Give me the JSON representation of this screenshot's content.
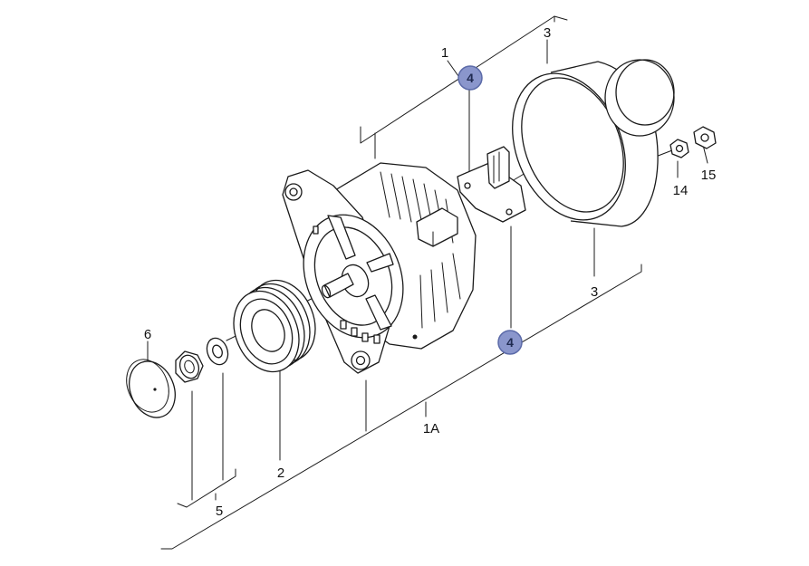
{
  "colors": {
    "line": "#1a1a1a",
    "badge_fill": "#8a96cc",
    "badge_stroke": "#5b6aa8",
    "background": "#ffffff"
  },
  "labels": {
    "part_1": "1",
    "part_1a": "1A",
    "part_2": "2",
    "part_3_top": "3",
    "part_3_bottom": "3",
    "part_5": "5",
    "part_6": "6",
    "part_14": "14",
    "part_15": "15"
  },
  "badges": {
    "top": "4",
    "bottom": "4"
  }
}
